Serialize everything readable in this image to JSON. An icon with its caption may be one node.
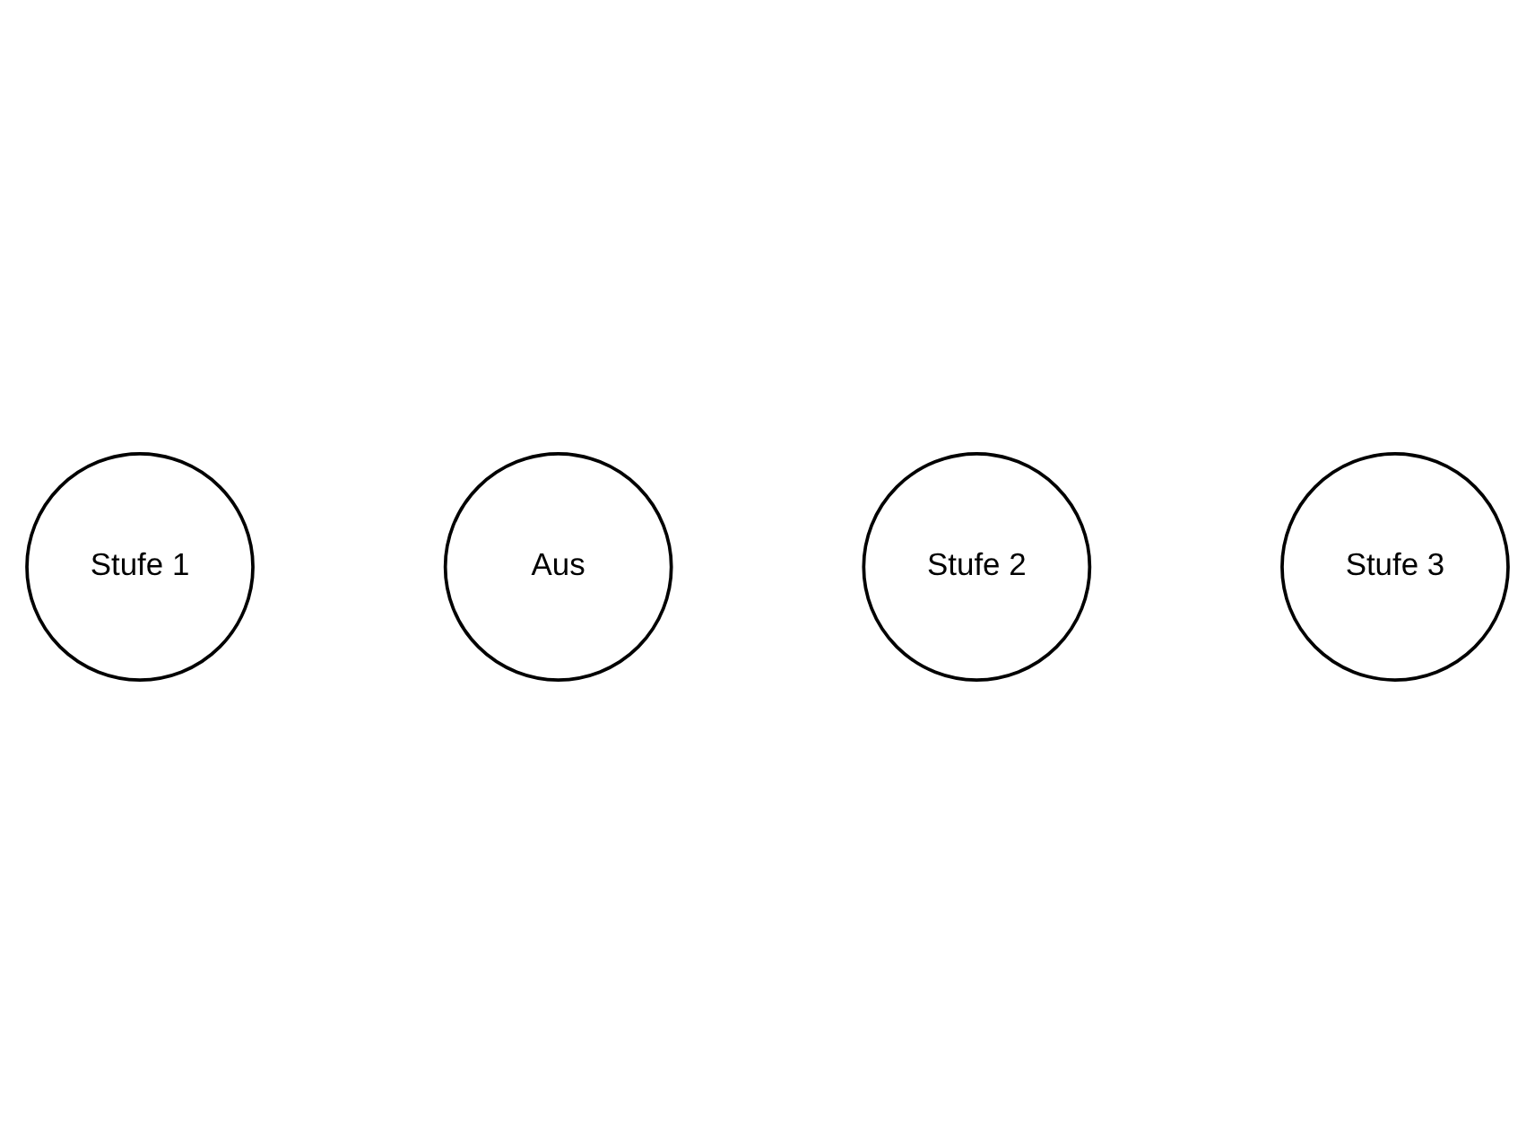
{
  "diagram": {
    "nodes": [
      {
        "text": [
          "Stufe 1"
        ]
      },
      {
        "text": [
          "Aus"
        ]
      },
      {
        "text": [
          "Stufe 2"
        ]
      },
      {
        "text": [
          "Stufe 3"
        ]
      }
    ]
  }
}
